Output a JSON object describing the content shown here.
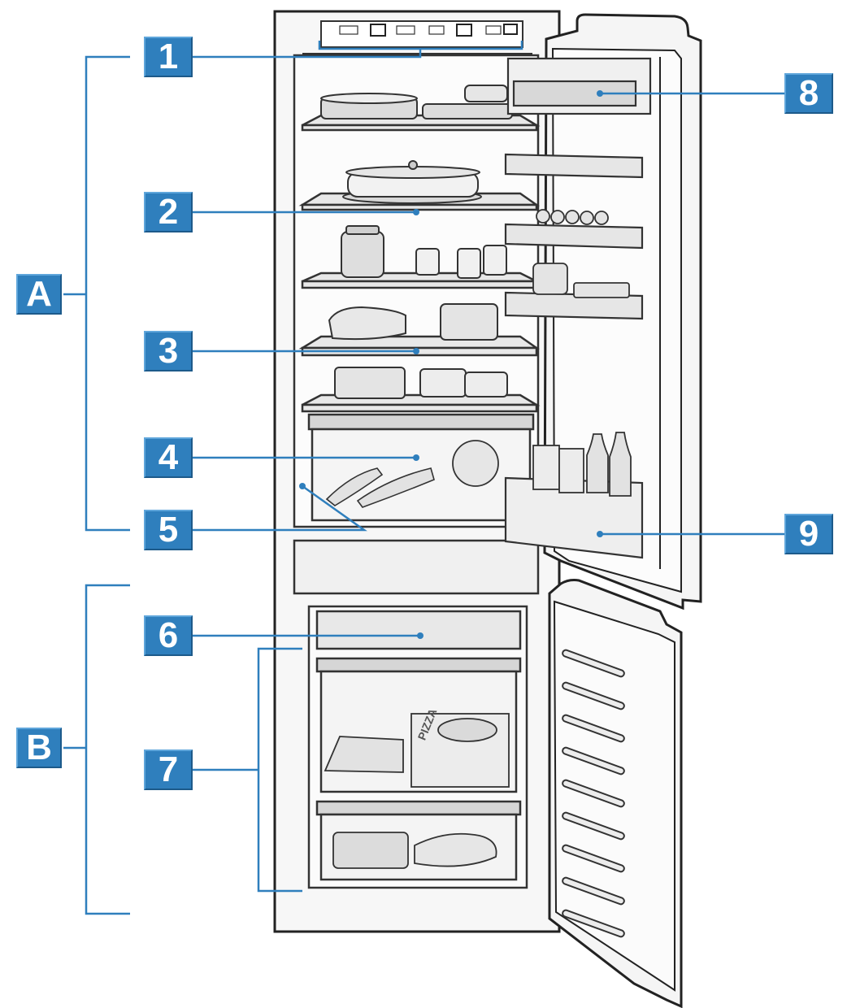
{
  "labels": {
    "callouts": [
      "1",
      "2",
      "3",
      "4",
      "5",
      "6",
      "7",
      "8",
      "9"
    ],
    "groups": [
      "A",
      "B"
    ],
    "pizza_box_text": "PIZZA"
  },
  "colors": {
    "callout_fill": "#2f7fbd",
    "leader_line": "#2f7fbd",
    "outline": "#222222",
    "shelf_fill": "#e6e6e6",
    "interior_fill": "#fafafa"
  }
}
